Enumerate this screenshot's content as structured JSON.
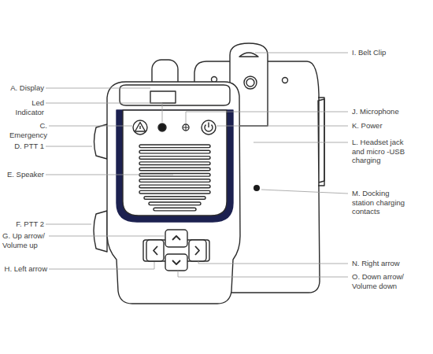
{
  "diagram": {
    "labels": [
      "A. Display",
      "Led Indicator",
      "C. Emergency",
      "D. PTT 1",
      "E. Speaker",
      "F. PTT 2",
      "G. Up arrow/ Volume up",
      "H. Left arrow",
      "I. Belt Clip",
      "J. Microphone",
      "K. Power",
      "L. Headset jack and micro -USB charging",
      "M. Docking station charging contacts",
      "N. Right arrow",
      "O. Down arrow/ Volume down"
    ]
  }
}
